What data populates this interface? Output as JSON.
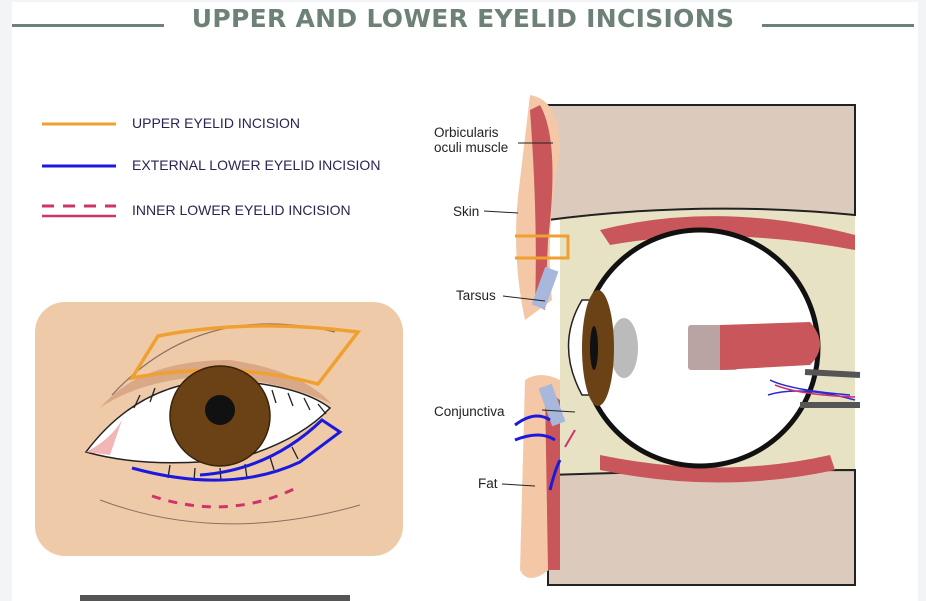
{
  "title": "UPPER AND LOWER EYELID INCISIONS",
  "legend": [
    {
      "label": "UPPER EYELID INCISION",
      "color": "#f0a030",
      "style": "solid"
    },
    {
      "label": "EXTERNAL LOWER EYELID INCISION",
      "color": "#1a1adf",
      "style": "solid"
    },
    {
      "label": "INNER LOWER EYELID INCISION",
      "color": "#d0336a",
      "style": "dashed"
    }
  ],
  "anatomy_labels": {
    "orbicularis": "Orbicularis oculi muscle",
    "skin": "Skin",
    "tarsus": "Tarsus",
    "conjunctiva": "Conjunctiva",
    "fat": "Fat"
  }
}
